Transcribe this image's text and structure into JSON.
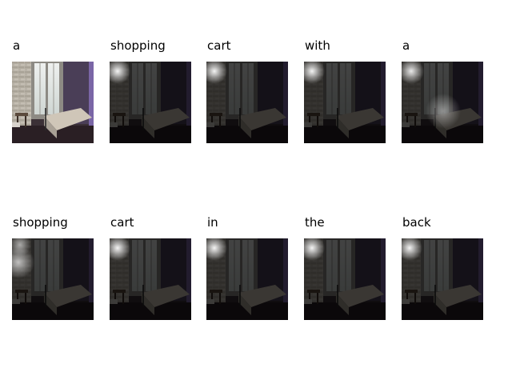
{
  "panels": [
    {
      "word": "a",
      "original": true
    },
    {
      "word": "shopping",
      "spot": "top-left"
    },
    {
      "word": "cart",
      "spot": "top-left"
    },
    {
      "word": "with",
      "spot": "top-left"
    },
    {
      "word": "a",
      "spot": "top-left-and-center"
    },
    {
      "word": "shopping",
      "spot": "left"
    },
    {
      "word": "cart",
      "spot": "top-left"
    },
    {
      "word": "in",
      "spot": "top-left"
    },
    {
      "word": "the",
      "spot": "top-left"
    },
    {
      "word": "back",
      "spot": "top-left"
    }
  ],
  "colors": {
    "background": "#ffffff",
    "dark_overlay": "#000000",
    "purple_wall": "#4a3e57",
    "stone_wall": "#b7b1a6",
    "floor": "#2a1f24",
    "bedspread": "#cfc6b8"
  }
}
